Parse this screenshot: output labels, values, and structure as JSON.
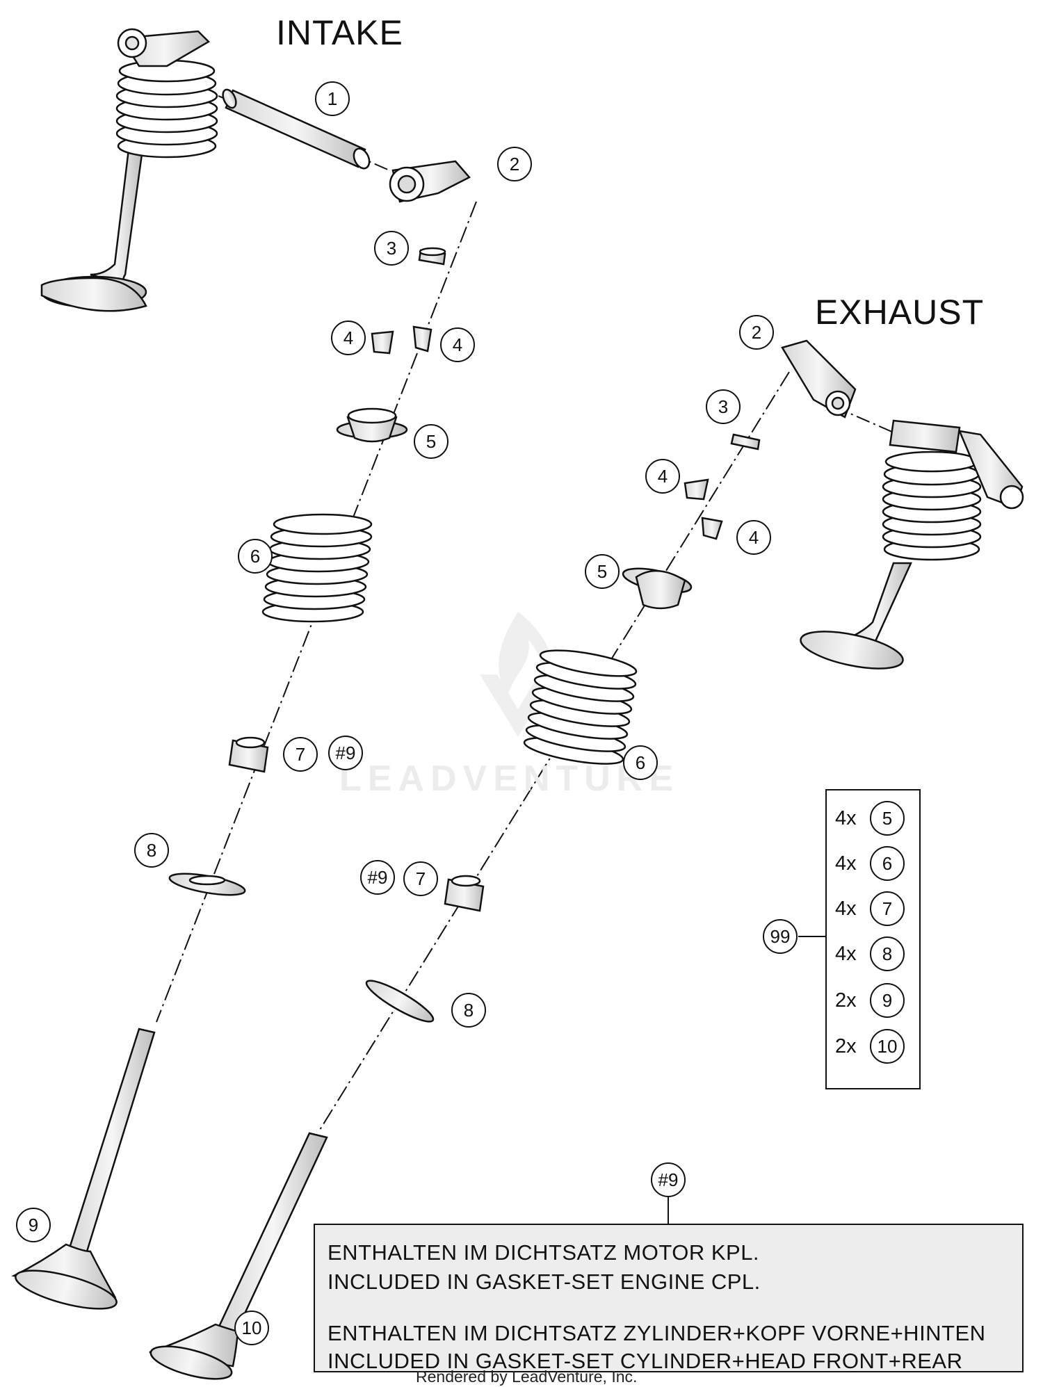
{
  "titles": {
    "intake": "INTAKE",
    "exhaust": "EXHAUST"
  },
  "callouts": {
    "intake": [
      "1",
      "2",
      "3",
      "4",
      "4",
      "5",
      "6",
      "7",
      "#9",
      "8",
      "9",
      "10"
    ],
    "exhaust": [
      "2",
      "3",
      "4",
      "4",
      "5",
      "6",
      "#9",
      "7",
      "8"
    ]
  },
  "kit": {
    "label": "99",
    "items": [
      {
        "qty": "4x",
        "part": "5"
      },
      {
        "qty": "4x",
        "part": "6"
      },
      {
        "qty": "4x",
        "part": "7"
      },
      {
        "qty": "4x",
        "part": "8"
      },
      {
        "qty": "2x",
        "part": "9"
      },
      {
        "qty": "2x",
        "part": "10"
      }
    ]
  },
  "note": {
    "ref": "#9",
    "lines": [
      "ENTHALTEN IM DICHTSATZ MOTOR KPL.",
      "INCLUDED IN GASKET-SET ENGINE CPL.",
      "ENTHALTEN IM DICHTSATZ ZYLINDER+KOPF VORNE+HINTEN",
      "INCLUDED IN GASKET-SET CYLINDER+HEAD FRONT+REAR"
    ]
  },
  "watermark": "LEADVENTURE",
  "footer": "Rendered by LeadVenture, Inc.",
  "colors": {
    "line": "#111111",
    "note_bg": "#ededed",
    "watermark": "#ececec"
  }
}
